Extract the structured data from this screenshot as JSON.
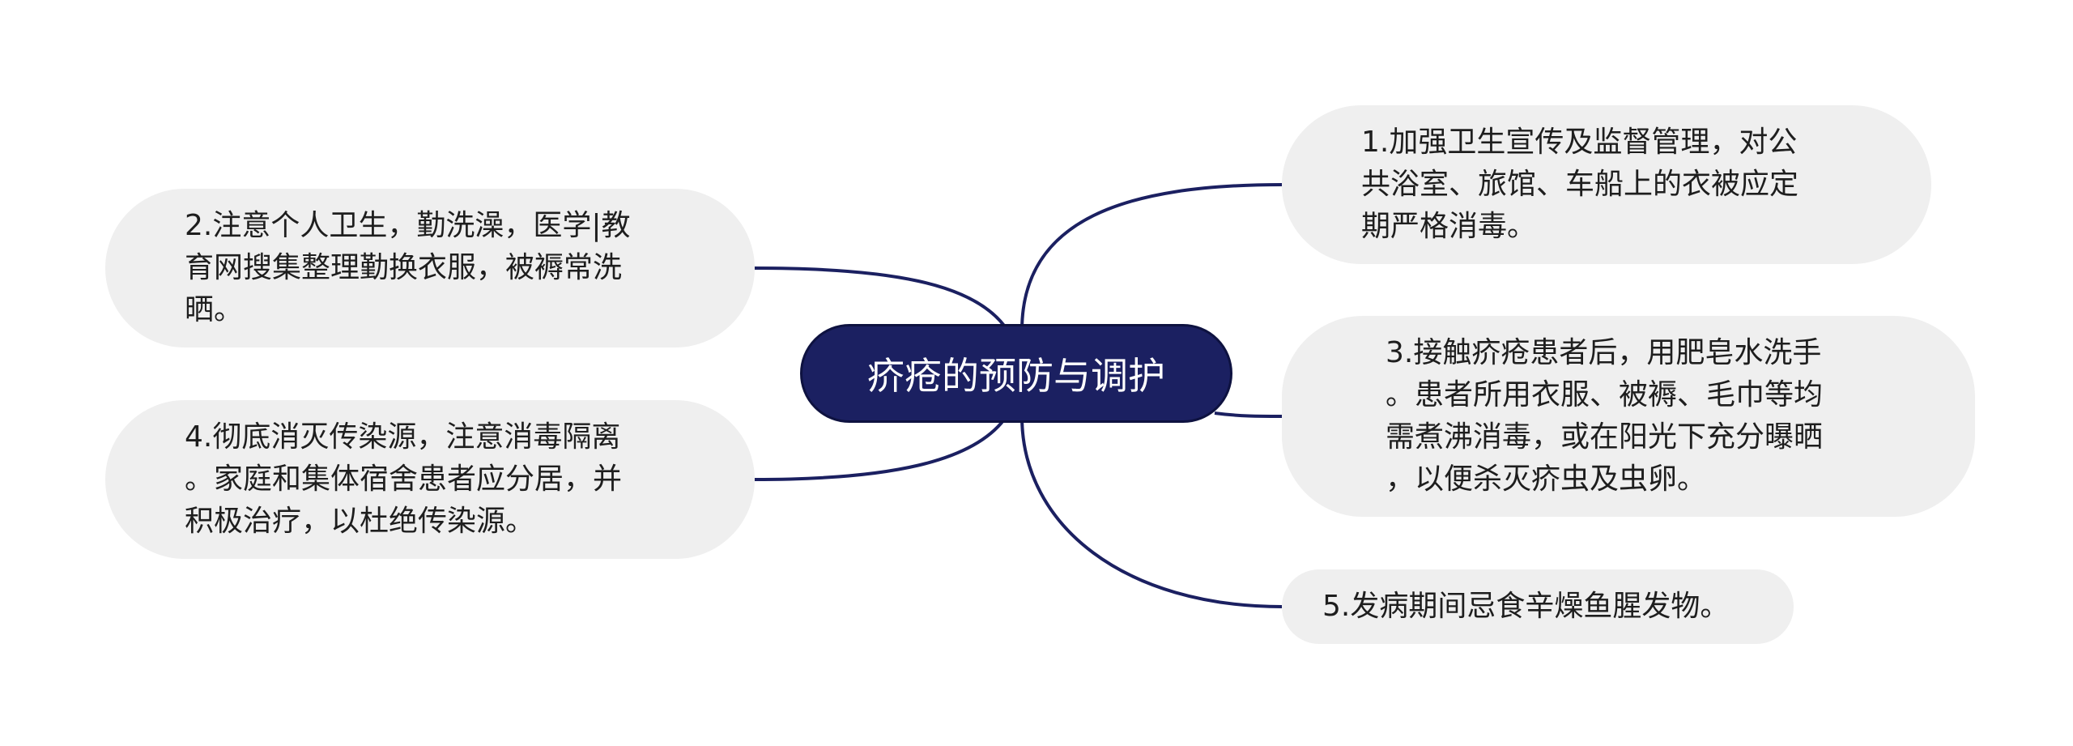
{
  "center": {
    "label": "疥疮的预防与调护"
  },
  "branches": [
    {
      "id": "1",
      "lines": [
        "1.加强卫生宣传及监督管理，对公",
        "共浴室、旅馆、车船上的衣被应定",
        "期严格消毒。"
      ]
    },
    {
      "id": "2",
      "lines": [
        "2.注意个人卫生，勤洗澡，医学|教",
        "育网搜集整理勤换衣服，被褥常洗",
        "晒。"
      ]
    },
    {
      "id": "3",
      "lines": [
        "3.接触疥疮患者后，用肥皂水洗手",
        "。患者所用衣服、被褥、毛巾等均",
        "需煮沸消毒，或在阳光下充分曝晒",
        "，以便杀灭疥虫及虫卵。"
      ]
    },
    {
      "id": "4",
      "lines": [
        "4.彻底消灭传染源，注意消毒隔离",
        "。家庭和集体宿舍患者应分居，并",
        "积极治疗，以杜绝传染源。"
      ]
    },
    {
      "id": "5",
      "lines": [
        "5.发病期间忌食辛燥鱼腥发物。"
      ]
    }
  ],
  "colors": {
    "center_fill": "#1b2061",
    "center_text": "#ffffff",
    "node_fill": "#efefef",
    "node_text": "#1e1e1e",
    "connector": "#1b2061"
  }
}
